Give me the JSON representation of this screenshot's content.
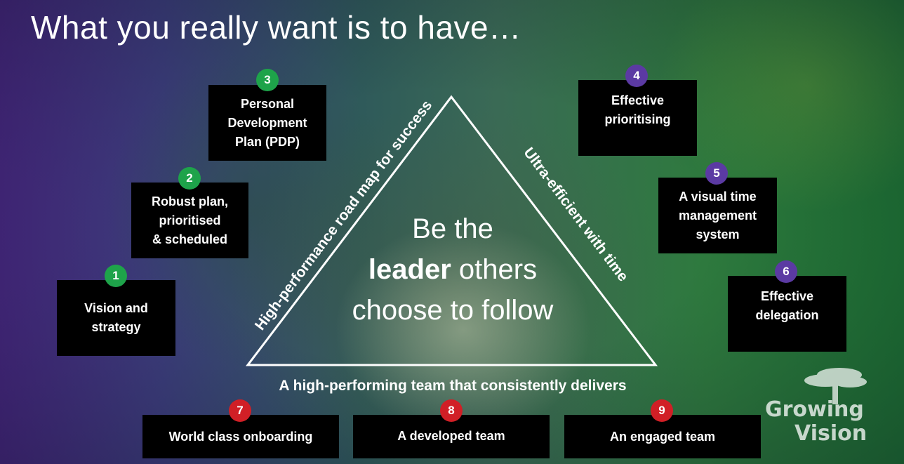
{
  "title": "What you really want is to have…",
  "triangle": {
    "left_side": "High-performance road map for success",
    "right_side": "Ultra-efficient with time",
    "bottom": "A high-performing team that consistently delivers",
    "center_line1": "Be the",
    "center_bold": "leader",
    "center_rest": " others",
    "center_line3": "choose to follow"
  },
  "items": [
    {
      "num": "1",
      "label": "Vision and\nstrategy"
    },
    {
      "num": "2",
      "label": "Robust plan,\nprioritised\n& scheduled"
    },
    {
      "num": "3",
      "label": "Personal\nDevelopment\nPlan (PDP)"
    },
    {
      "num": "4",
      "label": "Effective\nprioritising"
    },
    {
      "num": "5",
      "label": "A visual time\nmanagement\nsystem"
    },
    {
      "num": "6",
      "label": "Effective\ndelegation"
    },
    {
      "num": "7",
      "label": "World class onboarding"
    },
    {
      "num": "8",
      "label": "A developed team"
    },
    {
      "num": "9",
      "label": "An engaged team"
    }
  ],
  "colors": {
    "green": "#1ea34a",
    "purple": "#5b3aa3",
    "red": "#d11f26"
  },
  "logo": {
    "line1": "Growing",
    "line2": "Vision"
  }
}
